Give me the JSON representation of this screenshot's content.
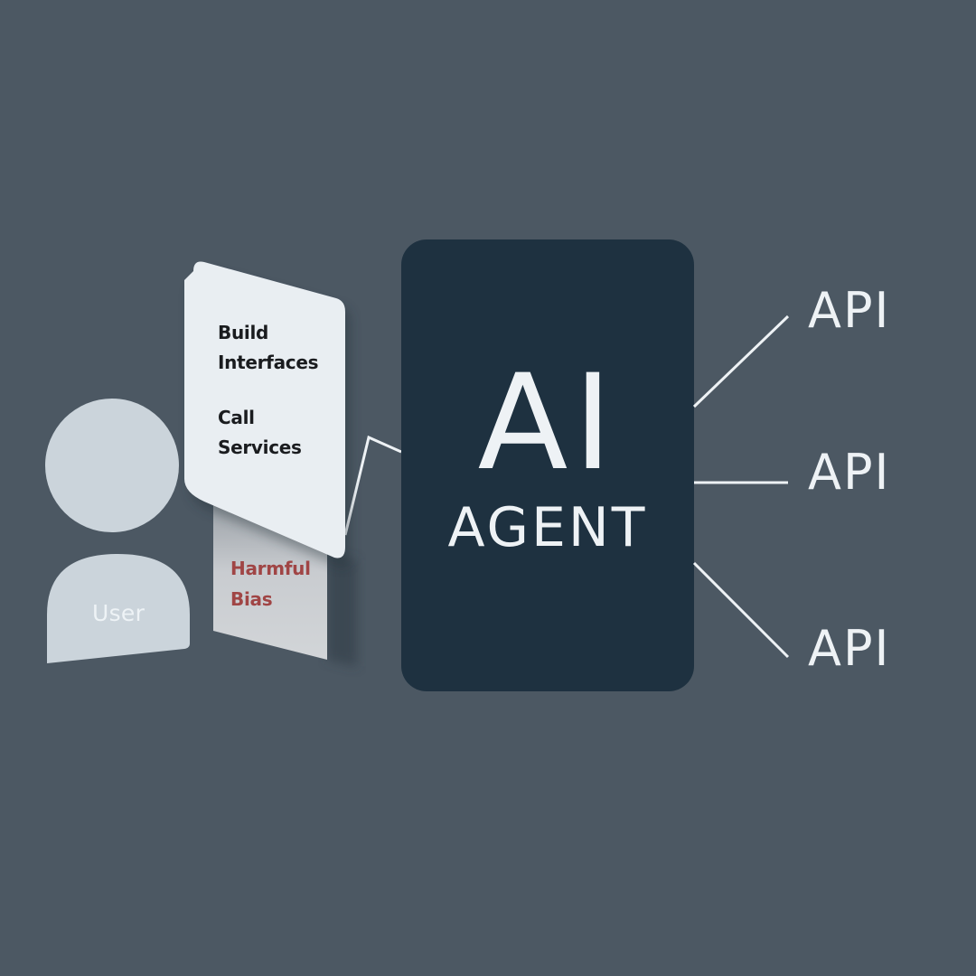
{
  "colors": {
    "background": "#4c5863",
    "agent_box": "#1e3140",
    "panel": "#e9eef2",
    "user_figure": "#cbd4db",
    "bias_text": "#a04545",
    "connector": "#eef2f5"
  },
  "user": {
    "label": "User"
  },
  "panel": {
    "items": [
      "Build",
      "Interfaces",
      "Call",
      "Services"
    ]
  },
  "bias_panel": {
    "items": [
      "Harmful",
      "Bias"
    ]
  },
  "agent": {
    "title": "AI",
    "subtitle": "AGENT"
  },
  "apis": [
    "API",
    "API",
    "API"
  ]
}
